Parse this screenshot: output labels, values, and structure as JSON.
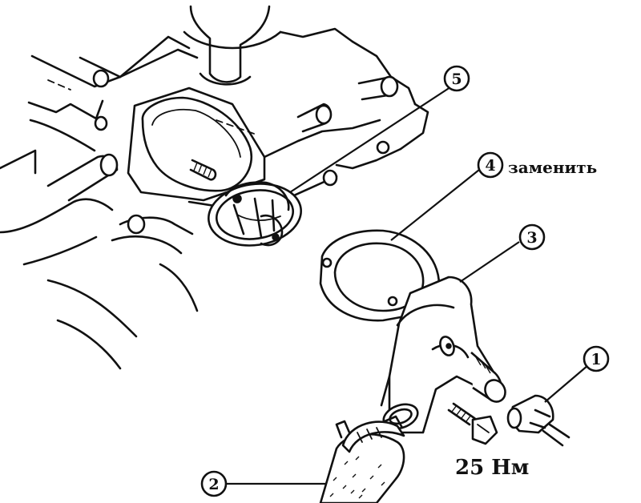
{
  "callouts": [
    {
      "id": "1",
      "label": "1"
    },
    {
      "id": "2",
      "label": "2"
    },
    {
      "id": "3",
      "label": "3"
    },
    {
      "id": "4",
      "label": "4"
    },
    {
      "id": "5",
      "label": "5"
    }
  ],
  "annotations": {
    "replace": "заменить",
    "torque": "25 Нм"
  }
}
